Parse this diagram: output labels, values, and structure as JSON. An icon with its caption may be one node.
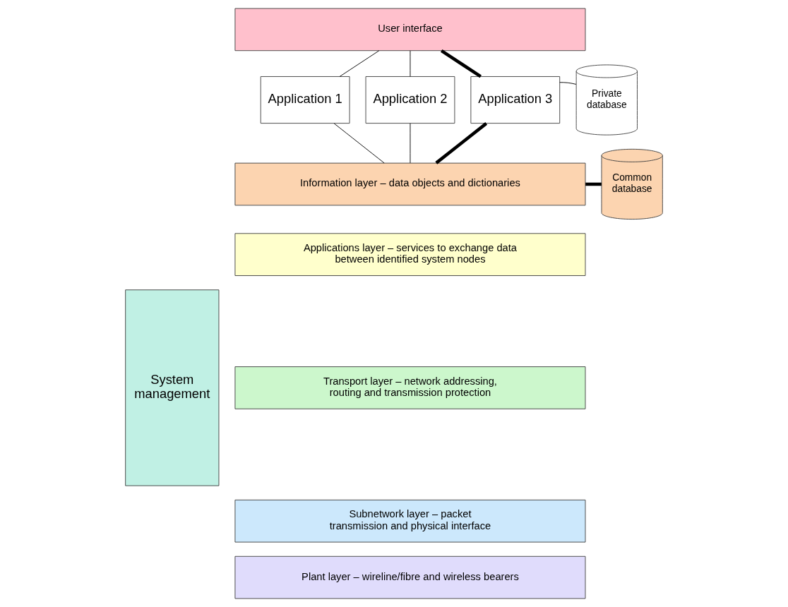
{
  "diagram": {
    "nodes": [
      {
        "text": [
          "System management"
        ]
      },
      {
        "text": [
          "User interface"
        ]
      },
      {
        "text": [
          "Application 1"
        ]
      },
      {
        "text": [
          "Application 2"
        ]
      },
      {
        "text": [
          "Application 3"
        ]
      },
      {
        "text": [
          "Private database"
        ]
      },
      {
        "text": [
          "Information layer – data objects and dictionaries"
        ]
      },
      {
        "text": [
          "Common database"
        ]
      },
      {
        "text": [
          "Applications layer – services to exchange data between identified system nodes"
        ]
      },
      {
        "text": [
          "Transport layer – network addressing, routing and transmission protection"
        ]
      },
      {
        "text": [
          "Subnetwork layer – packet transmission and physical interface"
        ]
      },
      {
        "text": [
          "Plant layer – wireline/fibre and wireless bearers"
        ]
      }
    ],
    "edges": [
      {
        "from": 1,
        "to": 2,
        "arrow": "none"
      },
      {
        "from": 1,
        "to": 3,
        "arrow": "none"
      },
      {
        "from": 1,
        "to": 4,
        "arrow": "none",
        "style": "thick"
      },
      {
        "from": 4,
        "to": 5,
        "arrow": "none"
      },
      {
        "from": 2,
        "to": 6,
        "arrow": "none"
      },
      {
        "from": 3,
        "to": 6,
        "arrow": "none"
      },
      {
        "from": 4,
        "to": 6,
        "arrow": "none",
        "style": "thick"
      },
      {
        "from": 6,
        "to": 7,
        "arrow": "none",
        "style": "thick"
      }
    ]
  }
}
